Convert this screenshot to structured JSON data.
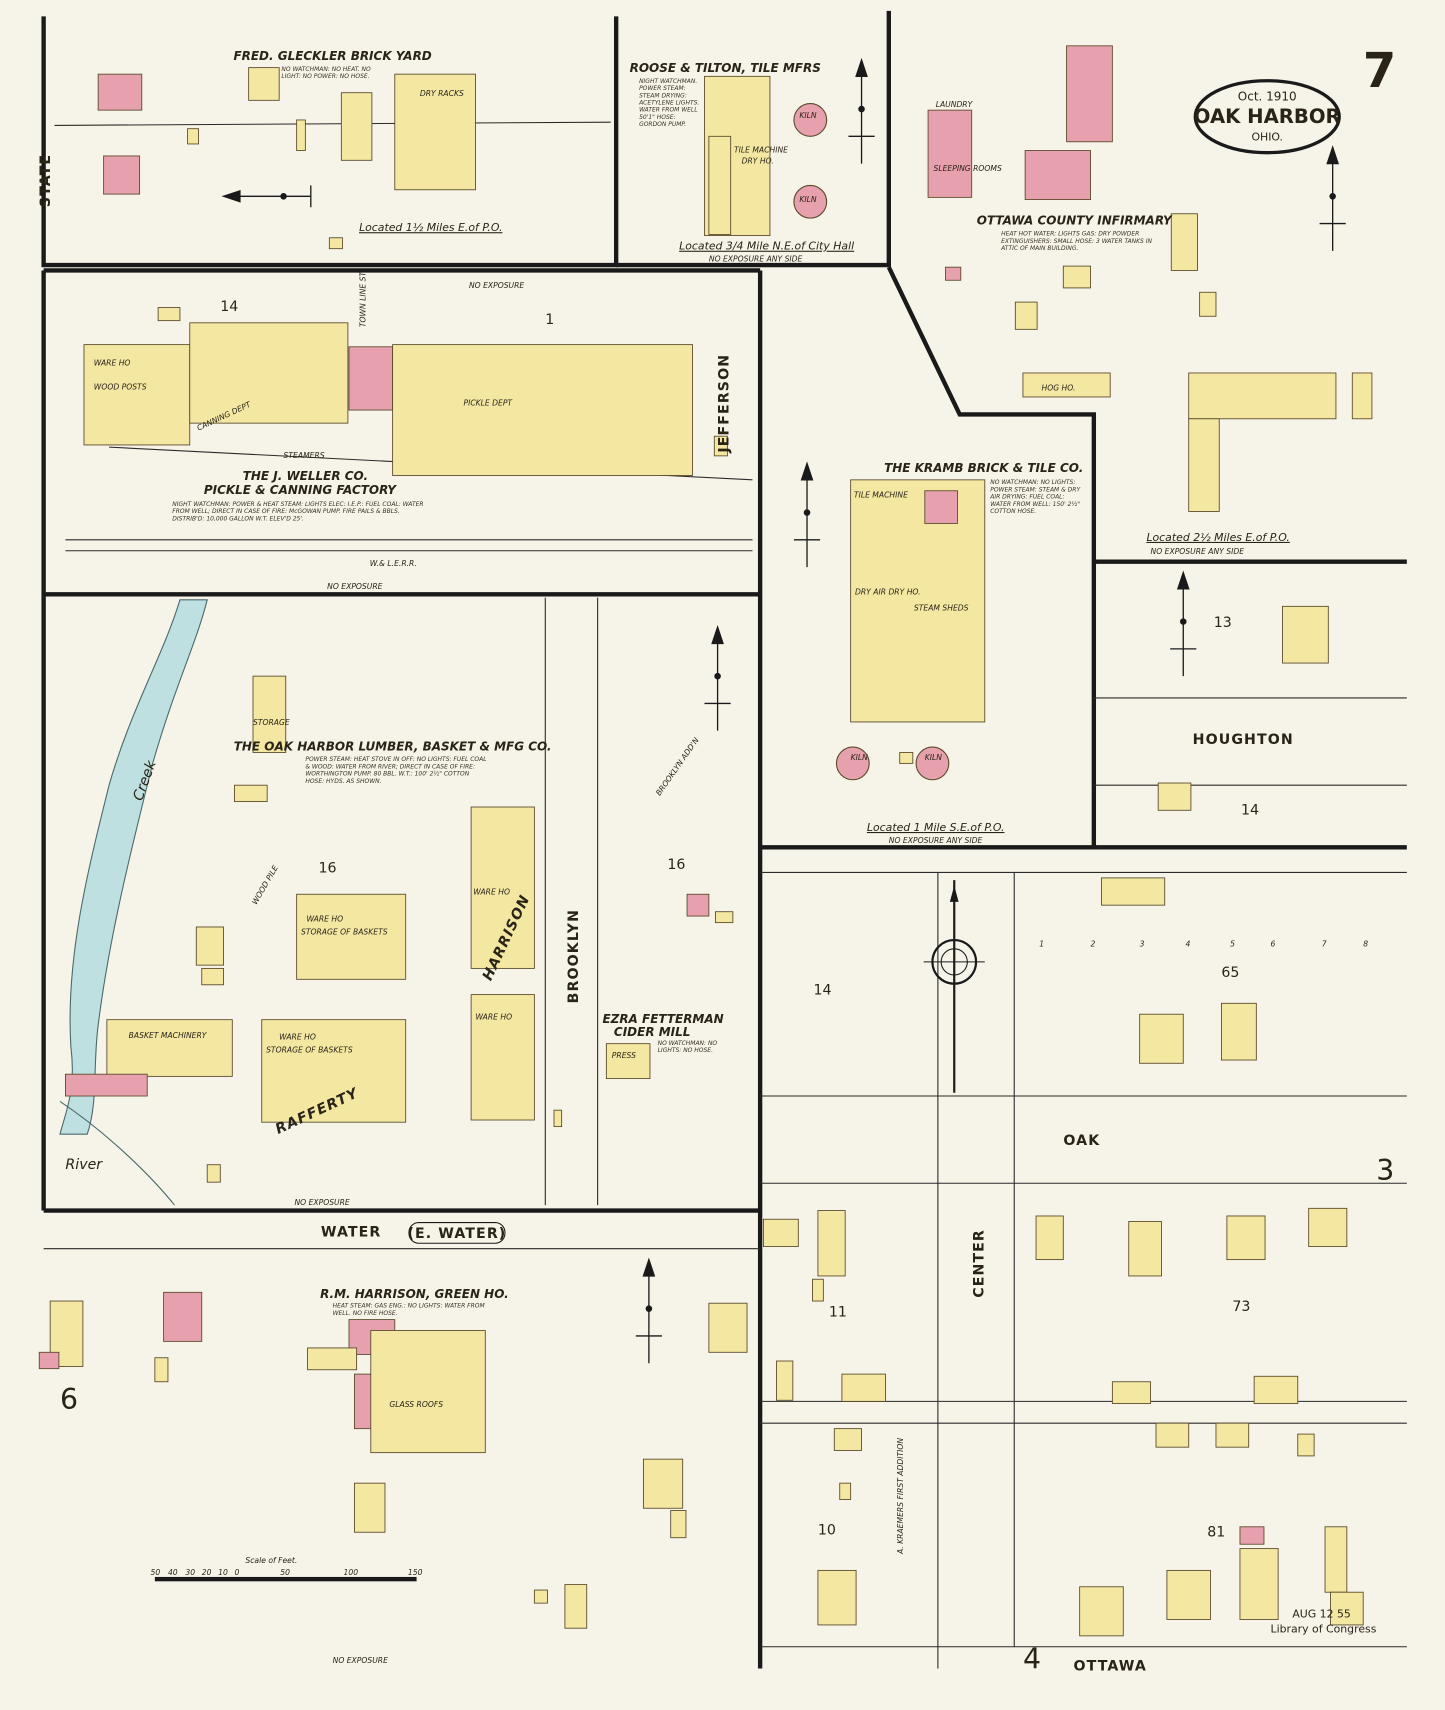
{
  "header": {
    "date": "Oct. 1910",
    "town": "OAK HARBOR",
    "state": "OHIO.",
    "sheet_number": "7"
  },
  "streets": {
    "state": "STATE",
    "jefferson": "JEFFERSON",
    "town_line": "TOWN LINE ST.",
    "brooklyn": "BROOKLYN",
    "water": "WATER",
    "e_water": "(E. WATER)",
    "houghton": "HOUGHTON",
    "center": "CENTER",
    "oak": "OAK",
    "ottawa": "OTTAWA",
    "harrison": "HARRISON",
    "rafferty": "RAFFERTY",
    "brooklyn_addn": "BROOKLYN ADD'N",
    "kraemers": "A. KRAEMERS FIRST ADDITION"
  },
  "water_features": {
    "creek": "Creek",
    "river": "River"
  },
  "businesses": [
    {
      "name": "FRED. GLECKLER BRICK YARD",
      "note": "NO WATCHMAN: NO HEAT. NO LIGHT: NO POWER: NO HOSE.",
      "location": "Located 1½ Miles E.of P.O."
    },
    {
      "name": "ROOSE & TILTON, TILE MFRS",
      "note": "NIGHT WATCHMAN. POWER STEAM: STEAM DRYING: ACETYLENE LIGHTS. WATER FROM WELL 50'1\" HOSE: GORDON PUMP.",
      "location": "Located 3/4 Mile N.E.of City Hall"
    },
    {
      "name": "OTTAWA COUNTY INFIRMARY",
      "note": "HEAT HOT WATER: LIGHTS GAS: DRY POWDER EXTINGUISHERS: SMALL HOSE: 3 WATER TANKS IN ATTIC OF MAIN BUILDING.",
      "location": "Located 2½ Miles E.of P.O."
    },
    {
      "name": "THE J. WELLER CO.",
      "subtitle": "PICKLE & CANNING FACTORY",
      "note": "NIGHT WATCHMAN: POWER & HEAT STEAM: LIGHTS ELEC: I.E.P.: FUEL COAL: WATER FROM WELL; DIRECT IN CASE OF FIRE: McGOWAN PUMP. FIRE PAILS & BBLS. DISTRIB'D: 10,000 GALLON W.T. ELEV'D 25'."
    },
    {
      "name": "THE KRAMB BRICK & TILE CO.",
      "note": "NO WATCHMAN: NO LIGHTS: POWER STEAM: STEAM & DRY AIR DRYING: FUEL COAL: WATER FROM WELL: 150' 2½\" COTTON HOSE.",
      "location": "Located 1 Mile S.E.of P.O."
    },
    {
      "name": "THE OAK HARBOR LUMBER, BASKET & MFG CO.",
      "note": "POWER STEAM: HEAT STOVE IN OFF: NO LIGHTS: FUEL COAL & WOOD: WATER FROM RIVER; DIRECT IN CASE OF FIRE: WORTHINGTON PUMP. 80 BBL. W.T.: 100' 2½\" COTTON HOSE: HYDS. AS SHOWN."
    },
    {
      "name": "EZRA FETTERMAN",
      "subtitle": "CIDER MILL",
      "note": "NO WATCHMAN: NO LIGHTS: NO HOSE."
    },
    {
      "name": "R.M. HARRISON, GREEN HO.",
      "note": "HEAT STEAM: GAS ENG.: NO LIGHTS: WATER FROM WELL. NO FIRE HOSE."
    }
  ],
  "building_labels": {
    "dry_racks": "DRY RACKS",
    "kiln": "KILN",
    "tile_machine": "TILE MACHINE",
    "dry_ho": "DRY HO.",
    "pickle_dept": "PICKLE DEPT",
    "canning_dept": "CANNING DEPT",
    "ware_ho": "WARE HO",
    "wood_posts": "WOOD POSTS",
    "steamers": "STEAMERS",
    "steam_sheds": "STEAM SHEDS",
    "dry_air_dry_ho": "DRY AIR DRY HO.",
    "storage_baskets": "STORAGE OF BASKETS",
    "basket_machinery": "BASKET MACHINERY",
    "storage": "STORAGE",
    "press": "PRESS",
    "glass_roofs": "GLASS ROOFS",
    "laundry": "LAUNDRY",
    "sleeping_rooms": "SLEEPING ROOMS",
    "hog_ho": "HOG HO.",
    "wood_pile": "WOOD PILE"
  },
  "exposure_notes": {
    "no_exposure": "NO EXPOSURE",
    "no_exposure_any_side": "NO EXPOSURE ANY SIDE"
  },
  "railroad": "W.& L.E.R.R.",
  "block_numbers": [
    "14",
    "1",
    "13",
    "14",
    "16",
    "16",
    "14",
    "65",
    "11",
    "73",
    "10",
    "81"
  ],
  "lot_numbers_oak_north": [
    "1",
    "2",
    "3",
    "4",
    "5",
    "6",
    "7",
    "8"
  ],
  "adjacent_sheets": {
    "left": "6",
    "right": "3",
    "bottom": "4"
  },
  "scale": {
    "title": "Scale of Feet.",
    "ticks": [
      "50",
      "40",
      "30",
      "20",
      "10",
      "0",
      "50",
      "100",
      "150"
    ]
  },
  "stamp": {
    "date": "AUG 12 55",
    "library": "Library of Congress"
  },
  "colors": {
    "paper": "#f6f3e8",
    "frame_brick": "#e7a0ae",
    "frame": "#f3e7a2",
    "lines": "#1a1a1a"
  }
}
